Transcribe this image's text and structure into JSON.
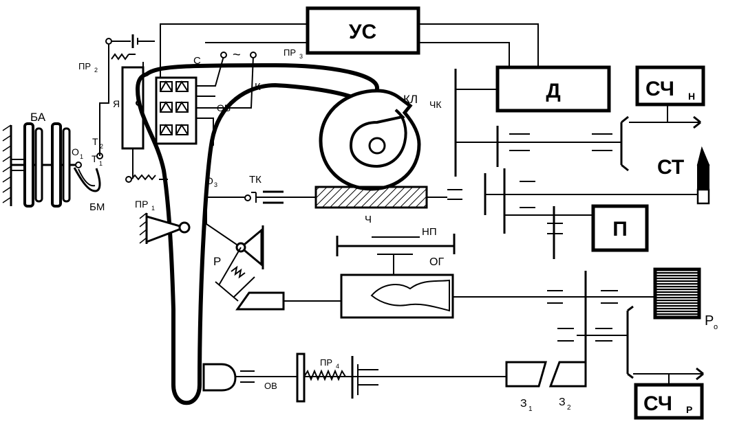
{
  "blocks": {
    "us": "УС",
    "d": "Д",
    "sch_n": "СЧ",
    "sch_n_sub": "Н",
    "st": "СТ",
    "p": "П",
    "sch_r": "СЧ",
    "sch_r_sub": "Р"
  },
  "labels": {
    "ba": "БА",
    "bm": "БМ",
    "t2": "Т",
    "t2_sub": "2",
    "t1": "Т",
    "t1_sub": "1",
    "o1": "О",
    "o1_sub": "1",
    "pr2": "ПР",
    "pr2_sub": "2",
    "ya": "Я",
    "c": "С",
    "ac": "~",
    "pr3": "ПР",
    "pr3_sub": "3",
    "k": "К",
    "ov_top": "ОВ",
    "kl": "КЛ",
    "chk": "ЧК",
    "o3": "О",
    "o3_sub": "3",
    "tk": "ТК",
    "ch": "Ч",
    "pr1": "ПР",
    "pr1_sub": "1",
    "r": "Р",
    "np": "НП",
    "og": "ОГ",
    "ro": "Р",
    "ro_sub": "о",
    "ov_bottom": "ОВ",
    "pr4": "ПР",
    "pr4_sub": "4",
    "z1": "З",
    "z1_sub": "1",
    "z2": "З",
    "z2_sub": "2"
  }
}
